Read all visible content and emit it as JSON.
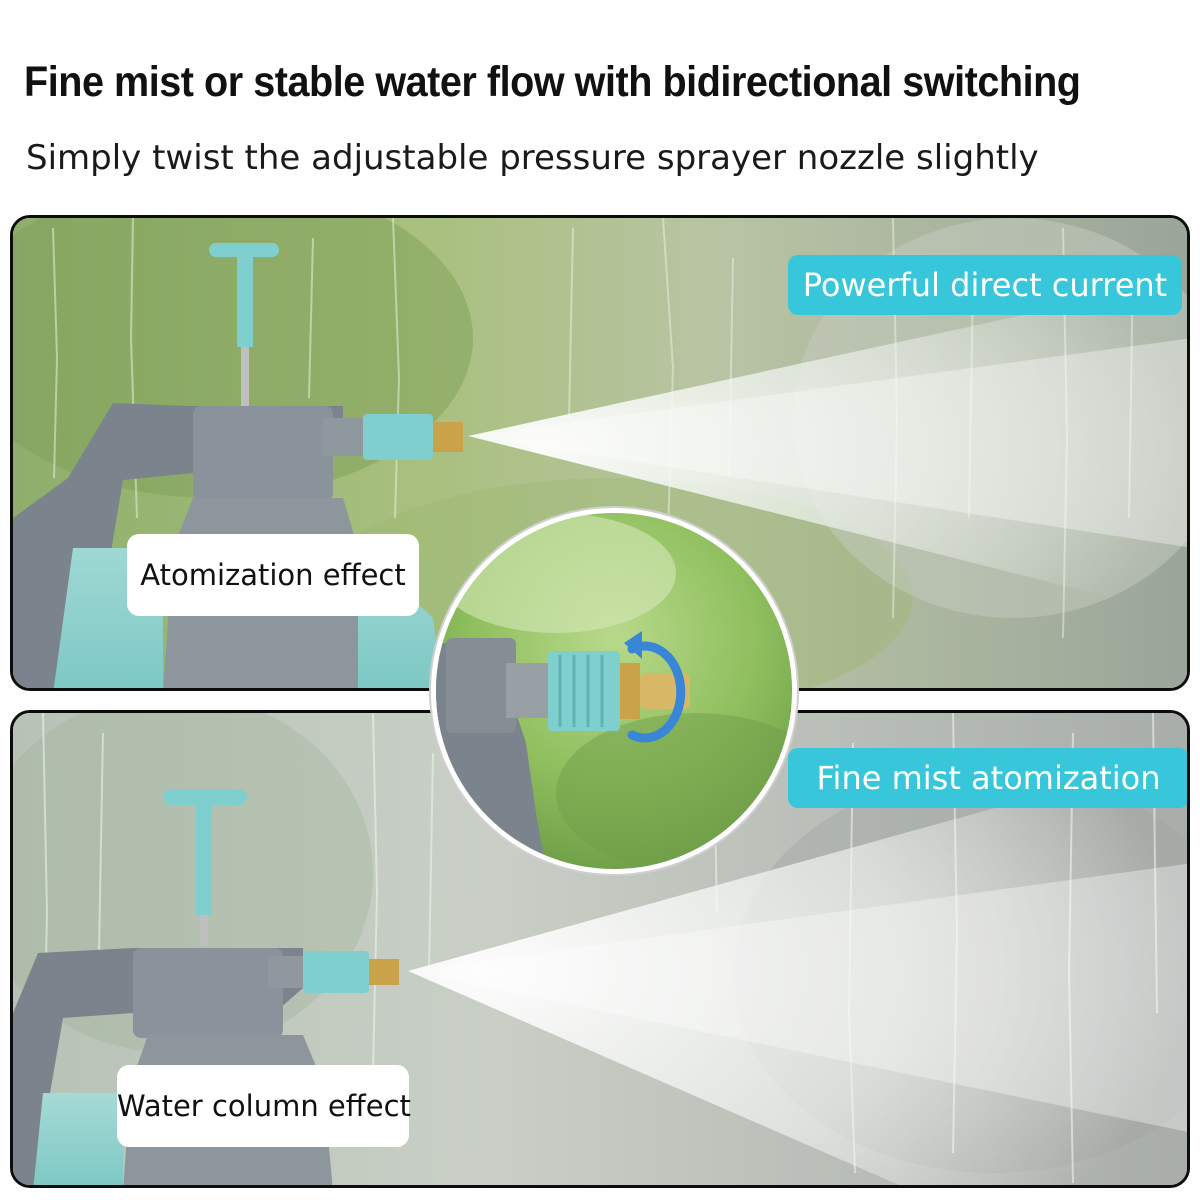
{
  "header": {
    "title": "Fine mist or stable water flow with bidirectional switching",
    "subtitle": "Simply twist the adjustable pressure sprayer nozzle slightly"
  },
  "panels": {
    "top": {
      "badge": "Powerful direct current",
      "label": "Atomization effect"
    },
    "bottom": {
      "badge": "Fine mist atomization",
      "label": "Water column effect"
    }
  },
  "icons": {
    "zoom_inset": "rotate-arrow-icon",
    "sprayer": "pressure-sprayer-icon"
  },
  "colors": {
    "accent": "#37c6da",
    "sprayer_body": "#808890",
    "nozzle_teal": "#7fcfcf",
    "brass": "#c9a24a"
  }
}
